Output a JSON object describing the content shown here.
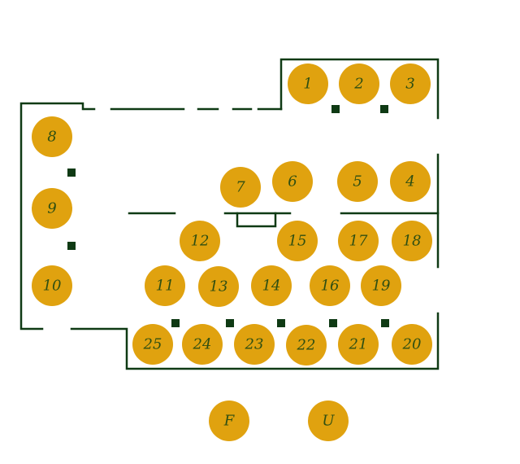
{
  "colors": {
    "seat": "#e0a20f",
    "label": "#2f4f12",
    "wall": "#0f3a14",
    "background": "#ffffff"
  },
  "seats": [
    {
      "id": "seat-1",
      "label": "1"
    },
    {
      "id": "seat-2",
      "label": "2"
    },
    {
      "id": "seat-3",
      "label": "3"
    },
    {
      "id": "seat-4",
      "label": "4"
    },
    {
      "id": "seat-5",
      "label": "5"
    },
    {
      "id": "seat-6",
      "label": "6"
    },
    {
      "id": "seat-7",
      "label": "7"
    },
    {
      "id": "seat-8",
      "label": "8"
    },
    {
      "id": "seat-9",
      "label": "9"
    },
    {
      "id": "seat-10",
      "label": "10"
    },
    {
      "id": "seat-11",
      "label": "11"
    },
    {
      "id": "seat-12",
      "label": "12"
    },
    {
      "id": "seat-13",
      "label": "13"
    },
    {
      "id": "seat-14",
      "label": "14"
    },
    {
      "id": "seat-15",
      "label": "15"
    },
    {
      "id": "seat-16",
      "label": "16"
    },
    {
      "id": "seat-17",
      "label": "17"
    },
    {
      "id": "seat-18",
      "label": "18"
    },
    {
      "id": "seat-19",
      "label": "19"
    },
    {
      "id": "seat-20",
      "label": "20"
    },
    {
      "id": "seat-21",
      "label": "21"
    },
    {
      "id": "seat-22",
      "label": "22"
    },
    {
      "id": "seat-23",
      "label": "23"
    },
    {
      "id": "seat-24",
      "label": "24"
    },
    {
      "id": "seat-25",
      "label": "25"
    },
    {
      "id": "seat-F",
      "label": "F"
    },
    {
      "id": "seat-U",
      "label": "U"
    }
  ]
}
